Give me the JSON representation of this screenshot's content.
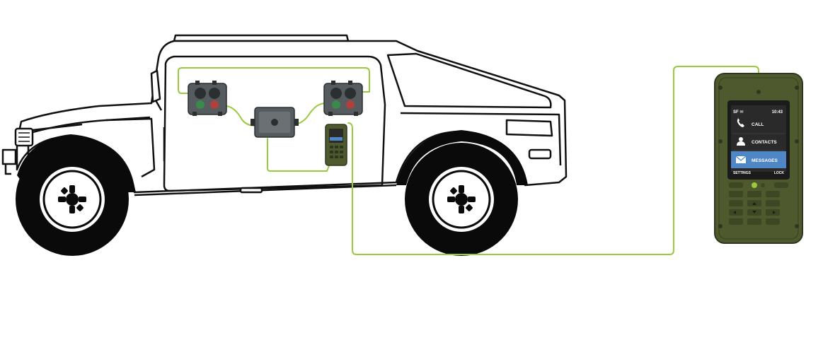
{
  "colors": {
    "cable": "#9bc93f",
    "outline": "#111111",
    "tire": "#0a0a0a",
    "device_body": "#4e5a2d",
    "device_dark": "#2f3620",
    "screen_bg": "#2a2a2a",
    "screen_highlight": "#4f86c6",
    "box_body": "#555b5e"
  },
  "handset": {
    "status_left": "SF ✉",
    "status_time": "10:43",
    "menu": [
      {
        "label": "CALL",
        "icon": "phone-icon",
        "selected": false
      },
      {
        "label": "CONTACTS",
        "icon": "person-icon",
        "selected": false
      },
      {
        "label": "MESSAGES",
        "icon": "envelope-icon",
        "selected": true
      }
    ],
    "softkey_left": "SETTINGS",
    "softkey_right": "LOCK"
  }
}
